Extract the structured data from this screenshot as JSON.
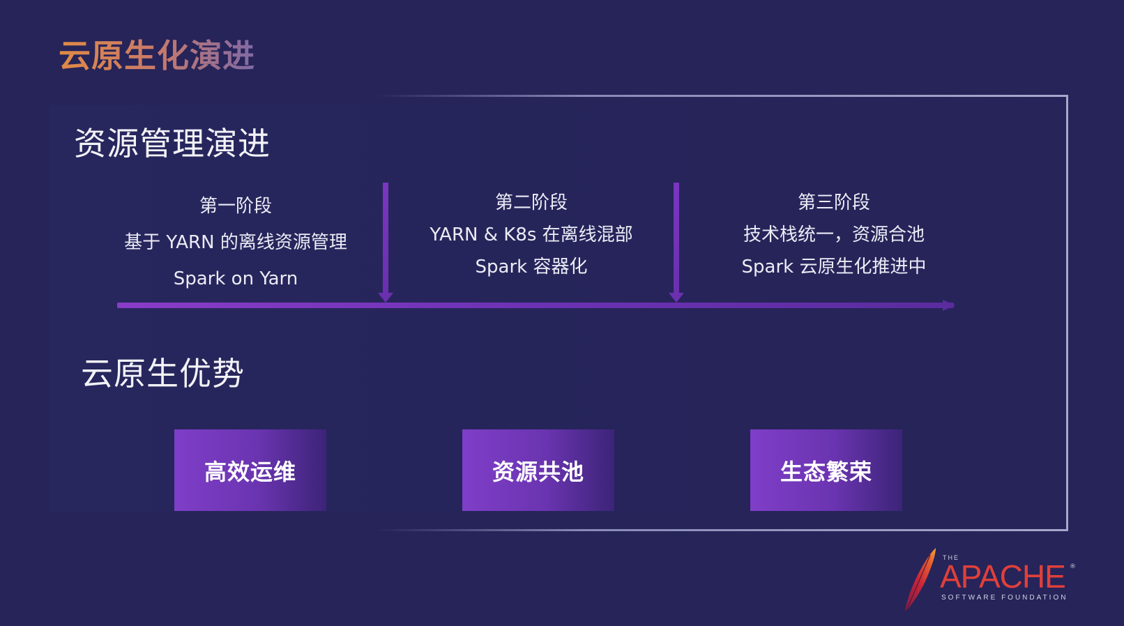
{
  "title": "云原生化演进",
  "resource_section": {
    "heading": "资源管理演进",
    "stages": [
      {
        "name": "第一阶段",
        "line1": "基于 YARN 的离线资源管理",
        "line2": "Spark on Yarn"
      },
      {
        "name": "第二阶段",
        "line1": "YARN & K8s 在离线混部",
        "line2": "Spark 容器化"
      },
      {
        "name": "第三阶段",
        "line1": "技术栈统一，资源合池",
        "line2": "Spark 云原生化推进中"
      }
    ]
  },
  "advantages_section": {
    "heading": "云原生优势",
    "items": [
      "高效运维",
      "资源共池",
      "生态繁荣"
    ]
  },
  "logo": {
    "the": "THE",
    "name": "APACHE",
    "reg": "®",
    "sub": "SOFTWARE FOUNDATION"
  },
  "colors": {
    "background": "#262459",
    "accent_purple": "#7f3ec8",
    "title_orange": "#e08a45",
    "apache_red": "#e0403a"
  }
}
